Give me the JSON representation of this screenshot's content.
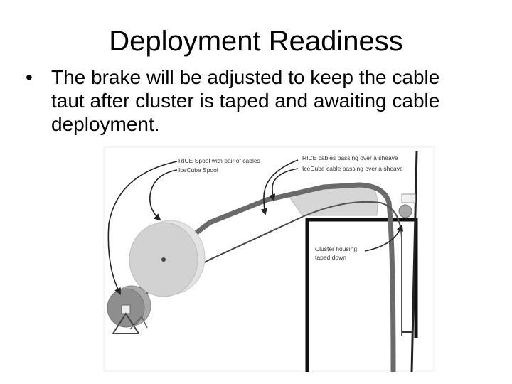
{
  "slide": {
    "title": "Deployment Readiness",
    "bullet_symbol": "•",
    "bullet_text": "The brake will be adjusted to keep the cable taut after cluster is taped and awaiting cable deployment."
  },
  "figure": {
    "labels": {
      "rice_spool": "RICE Spool with pair of cables",
      "icecube_spool": "IceCube Spool",
      "rice_cables_sheave": "RICE cables passing over a sheave",
      "icecube_cable_sheave": "IceCube cable passing over a sheave",
      "cluster_housing_line1": "Cluster housing",
      "cluster_housing_line2": "taped down"
    }
  }
}
